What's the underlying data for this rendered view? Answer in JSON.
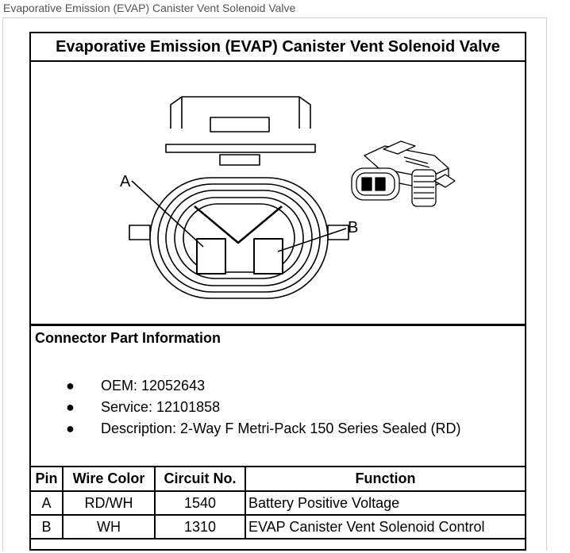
{
  "page": {
    "caption": "Evaporative Emission (EVAP) Canister Vent Solenoid Valve"
  },
  "document": {
    "title": "Evaporative Emission (EVAP) Canister Vent Solenoid Valve",
    "diagram": {
      "labels": {
        "a": "A",
        "b": "B"
      }
    },
    "part_info": {
      "heading": "Connector Part Information",
      "items": [
        "OEM: 12052643",
        "Service: 12101858",
        "Description: 2-Way F Metri-Pack 150 Series Sealed (RD)"
      ]
    },
    "table": {
      "headers": [
        "Pin",
        "Wire Color",
        "Circuit No.",
        "Function"
      ],
      "rows": [
        {
          "pin": "A",
          "wire_color": "RD/WH",
          "circuit": "1540",
          "function": "Battery Positive Voltage"
        },
        {
          "pin": "B",
          "wire_color": "WH",
          "circuit": "1310",
          "function": "EVAP Canister Vent Solenoid Control"
        }
      ]
    }
  }
}
